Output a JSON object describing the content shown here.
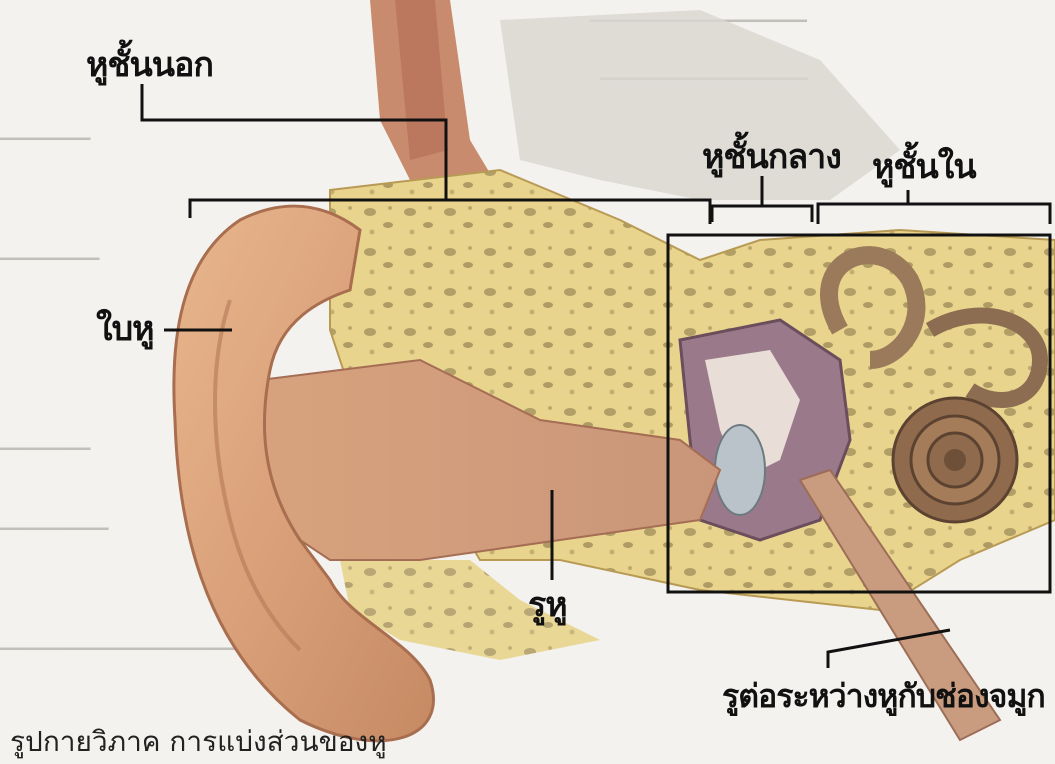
{
  "labels": {
    "outer_ear": "หูชั้นนอก",
    "middle_ear": "หูชั้นกลาง",
    "inner_ear": "หูชั้นใน",
    "pinna": "ใบหู",
    "ear_canal": "รูหู",
    "eustachian_tube": "รูต่อระหว่างหูกับช่องจมูก"
  },
  "caption": "รูปกายวิภาค การแบ่งส่วนของหู"
}
